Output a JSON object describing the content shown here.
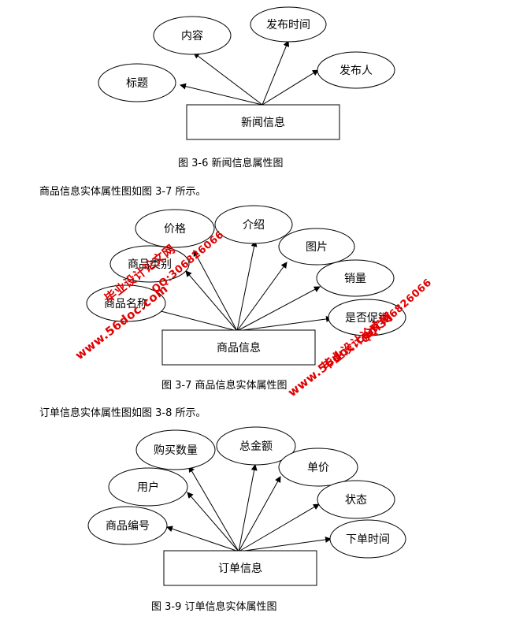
{
  "figure1": {
    "entity": "新闻信息",
    "attributes": [
      "标题",
      "内容",
      "发布时间",
      "发布人"
    ],
    "caption": "图 3-6 新闻信息属性图"
  },
  "paragraph1": "商品信息实体属性图如图 3-7 所示。",
  "figure2": {
    "entity": "商品信息",
    "attributes": [
      "商品名称",
      "商品类别",
      "价格",
      "介绍",
      "图片",
      "销量",
      "是否促销"
    ],
    "caption": "图 3-7 商品信息实体属性图"
  },
  "paragraph2": "订单信息实体属性图如图 3-8 所示。",
  "figure3": {
    "entity": "订单信息",
    "attributes": [
      "商品编号",
      "用户",
      "购买数量",
      "总金额",
      "单价",
      "状态",
      "下单时间"
    ],
    "caption": "图 3-9 订单信息实体属性图"
  },
  "watermarks": {
    "site": "www.56doc.com",
    "qq": "QQ:306826066",
    "brand": "毕业设计论文网"
  }
}
